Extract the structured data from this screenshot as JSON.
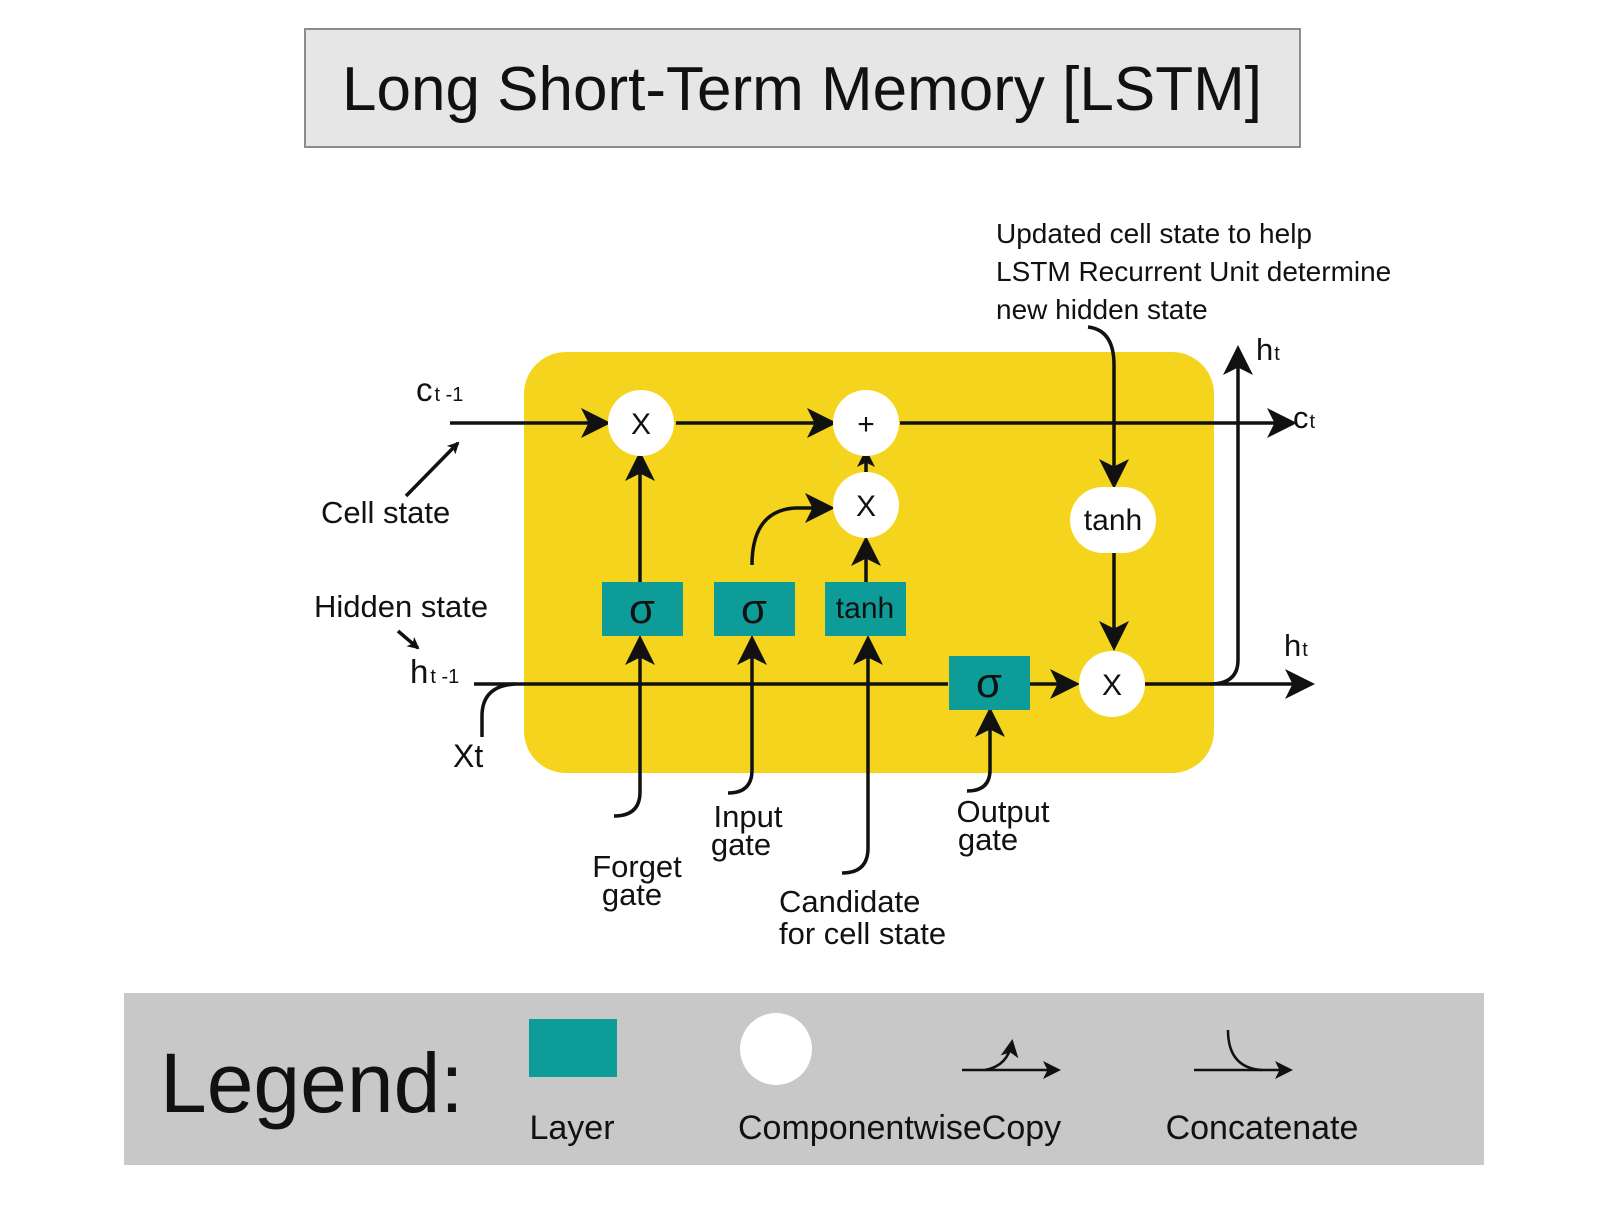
{
  "title": "Long Short-Term Memory [LSTM]",
  "colors": {
    "cell_background": "#f4d41c",
    "layer": "#0e9c99",
    "pointwise_node": "#ffffff",
    "legend_background": "#c8c8c8",
    "title_background": "#e6e6e6",
    "line": "#111111"
  },
  "inputs": {
    "c_prev": {
      "base": "c",
      "sub": "t -1"
    },
    "h_prev": {
      "base": "h",
      "sub": "t -1"
    },
    "x": "Xt"
  },
  "outputs": {
    "c_out": {
      "base": "c",
      "sub": "t"
    },
    "h_out_top": {
      "base": "h",
      "sub": "t"
    },
    "h_out_right": {
      "base": "h",
      "sub": "t"
    }
  },
  "annotations": {
    "cell_state": "Cell state",
    "hidden_state": "Hidden state",
    "updated_cell_note": [
      "Updated cell state to help",
      "LSTM Recurrent Unit determine",
      "new hidden state"
    ],
    "forget_gate": [
      "Forget",
      "gate"
    ],
    "input_gate": [
      "Input",
      "gate"
    ],
    "candidate": [
      "Candidate",
      "for cell state"
    ],
    "output_gate": [
      "Output",
      "gate"
    ]
  },
  "nodes": {
    "forget_multiply": "X",
    "cell_add": "+",
    "input_multiply": "X",
    "output_multiply": "X",
    "cell_tanh": "tanh"
  },
  "layers": {
    "forget_sigma": "σ",
    "input_sigma": "σ",
    "candidate_tanh": "tanh",
    "output_sigma": "σ"
  },
  "legend": {
    "heading": "Legend:",
    "layer": "Layer",
    "componentwise": "Componentwise",
    "copy": "Copy",
    "concatenate": "Concatenate"
  }
}
